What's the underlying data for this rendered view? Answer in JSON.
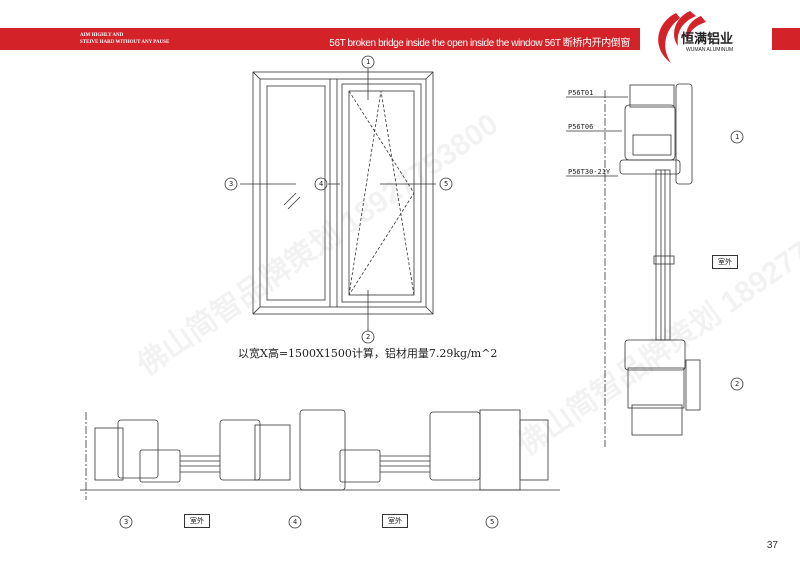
{
  "header": {
    "slogan_line1": "AIM HIGHLY AND",
    "slogan_line2": "STEIVE HARD WITHOUT ANY PAUSE",
    "title": "56T broken bridge inside the open inside the window  56T 断桥内开内倒窗",
    "accent": "#d42229"
  },
  "brand": {
    "name_cn": "恒满铝业",
    "name_en": "WUMAN ALUMINUM"
  },
  "elevation": {
    "markers": [
      "1",
      "2",
      "3",
      "4",
      "5"
    ],
    "note": "以宽X高=1500X1500计算，铝材用量7.29kg/m^2"
  },
  "section_side": {
    "parts": [
      "P56T01",
      "P56T06",
      "P56T30-21Y"
    ],
    "outside_label": "室外",
    "markers": [
      "1",
      "2"
    ]
  },
  "section_bottom": {
    "markers": [
      "3",
      "4",
      "5"
    ],
    "outside_labels": [
      "室外",
      "室外"
    ]
  },
  "watermark": "佛山简智品牌策划 18927753800",
  "page_number": "37"
}
